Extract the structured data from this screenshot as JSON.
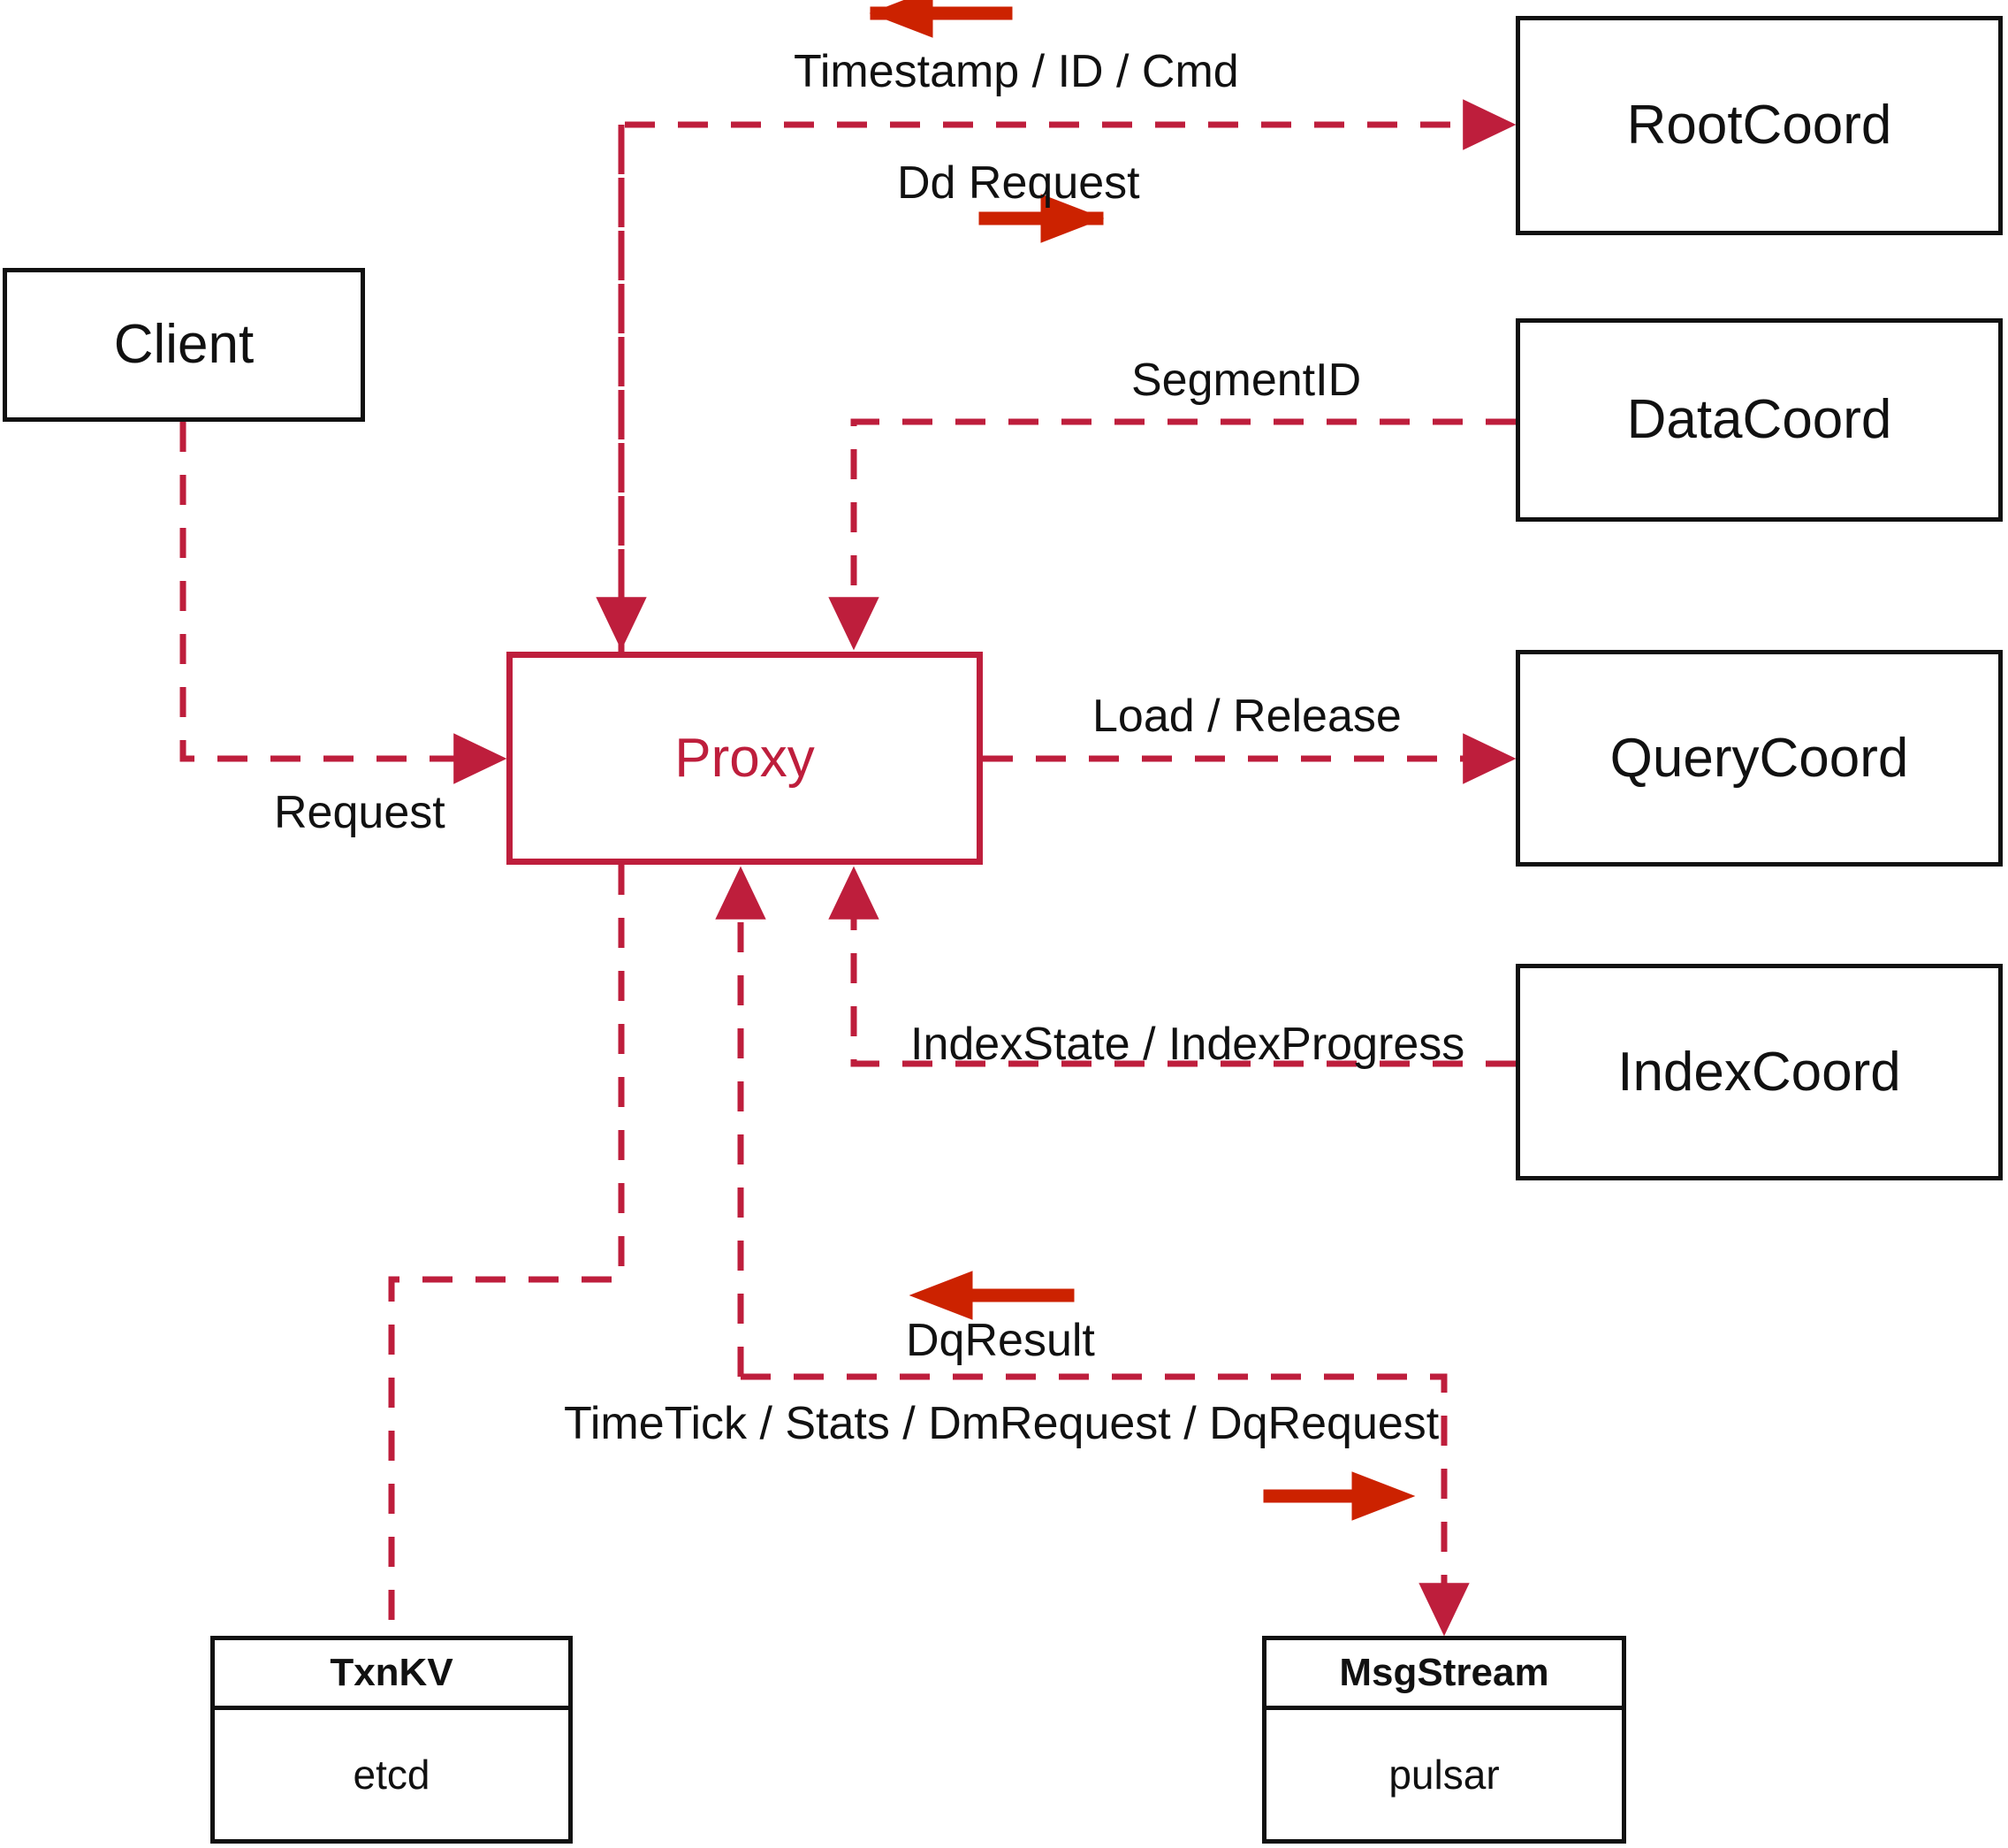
{
  "diagram": {
    "title": "Milvus Proxy interaction diagram",
    "colors": {
      "dashed_line": "#BE1E3C",
      "solid_arrow": "#CC2200",
      "node_border": "#111111",
      "proxy_border": "#BE1E3C",
      "proxy_text": "#BE1E3C",
      "background": "#FFFFFF"
    },
    "nodes": [
      {
        "id": "client",
        "label": "Client",
        "style": "black"
      },
      {
        "id": "proxy",
        "label": "Proxy",
        "style": "red"
      },
      {
        "id": "rootcoord",
        "label": "RootCoord",
        "style": "black"
      },
      {
        "id": "datacoord",
        "label": "DataCoord",
        "style": "black"
      },
      {
        "id": "querycoord",
        "label": "QueryCoord",
        "style": "black"
      },
      {
        "id": "indexcoord",
        "label": "IndexCoord",
        "style": "black"
      }
    ],
    "stacked_nodes": [
      {
        "id": "txnkv",
        "header": "TxnKV",
        "body": "etcd"
      },
      {
        "id": "msgstream",
        "header": "MsgStream",
        "body": "pulsar"
      }
    ],
    "edge_labels": [
      {
        "id": "timestamp-id-cmd",
        "text": "Timestamp / ID / Cmd"
      },
      {
        "id": "dd-request",
        "text": "Dd Request"
      },
      {
        "id": "segmentid",
        "text": "SegmentID"
      },
      {
        "id": "load-release",
        "text": "Load / Release"
      },
      {
        "id": "indexstate",
        "text": "IndexState / IndexProgress"
      },
      {
        "id": "request",
        "text": "Request"
      },
      {
        "id": "dqresult",
        "text": "DqResult"
      },
      {
        "id": "timetick",
        "text": "TimeTick / Stats / DmRequest / DqRequest"
      }
    ],
    "flows": [
      {
        "from": "client",
        "to": "proxy",
        "label": "Request",
        "direction": "to-proxy"
      },
      {
        "from": "proxy",
        "to": "rootcoord",
        "label": "Dd Request",
        "direction": "to-rootcoord"
      },
      {
        "from": "rootcoord",
        "to": "proxy",
        "label": "Timestamp / ID / Cmd",
        "direction": "to-proxy"
      },
      {
        "from": "datacoord",
        "to": "proxy",
        "label": "SegmentID",
        "direction": "to-proxy"
      },
      {
        "from": "proxy",
        "to": "querycoord",
        "label": "Load / Release",
        "direction": "to-querycoord"
      },
      {
        "from": "indexcoord",
        "to": "proxy",
        "label": "IndexState / IndexProgress",
        "direction": "to-proxy"
      },
      {
        "from": "proxy",
        "to": "txnkv",
        "label": "",
        "direction": "to-txnkv"
      },
      {
        "from": "proxy",
        "to": "msgstream",
        "label": "TimeTick / Stats / DmRequest / DqRequest",
        "direction": "to-msgstream"
      },
      {
        "from": "msgstream",
        "to": "proxy",
        "label": "DqResult",
        "direction": "to-proxy"
      }
    ]
  }
}
